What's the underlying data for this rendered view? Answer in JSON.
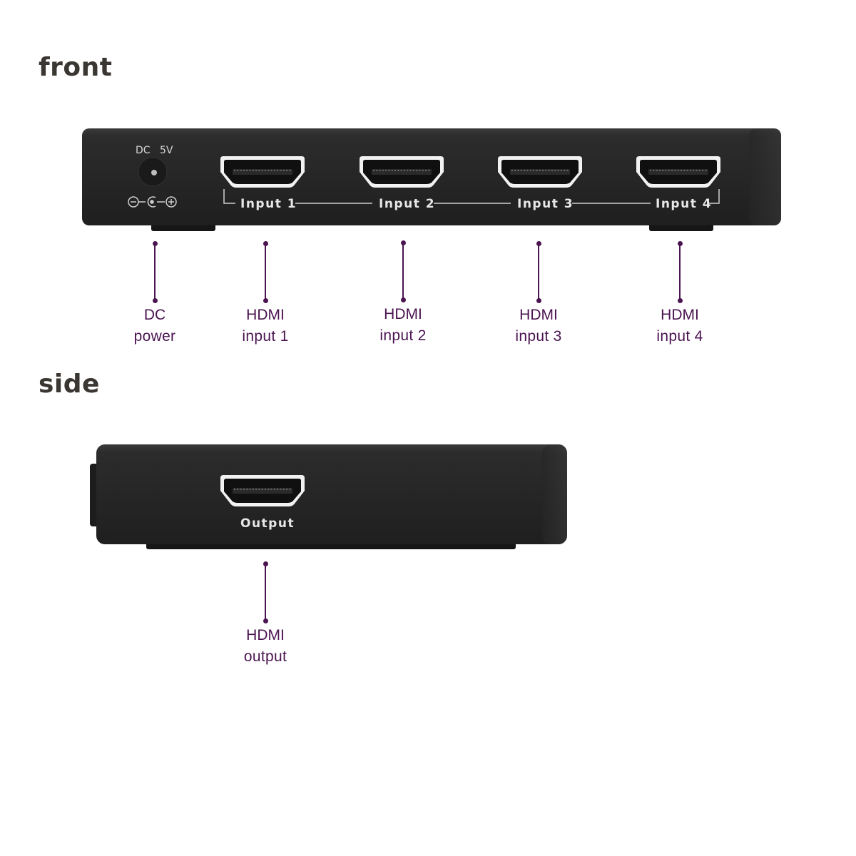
{
  "views": {
    "front": {
      "title": "front"
    },
    "side": {
      "title": "side"
    }
  },
  "device_front": {
    "dc_label": "DC",
    "voltage_label": "5V",
    "port_labels": [
      "Input 1",
      "Input 2",
      "Input 3",
      "Input 4"
    ]
  },
  "device_side": {
    "port_label": "Output"
  },
  "callouts": {
    "dc_power": {
      "line1": "DC",
      "line2": "power"
    },
    "hdmi_input_1": {
      "line1": "HDMI",
      "line2": "input 1"
    },
    "hdmi_input_2": {
      "line1": "HDMI",
      "line2": "input 2"
    },
    "hdmi_input_3": {
      "line1": "HDMI",
      "line2": "input 3"
    },
    "hdmi_input_4": {
      "line1": "HDMI",
      "line2": "input 4"
    },
    "hdmi_output": {
      "line1": "HDMI",
      "line2": "output"
    }
  },
  "colors": {
    "device_body": "#262626",
    "callout": "#4a1450",
    "title": "#3a3632"
  }
}
